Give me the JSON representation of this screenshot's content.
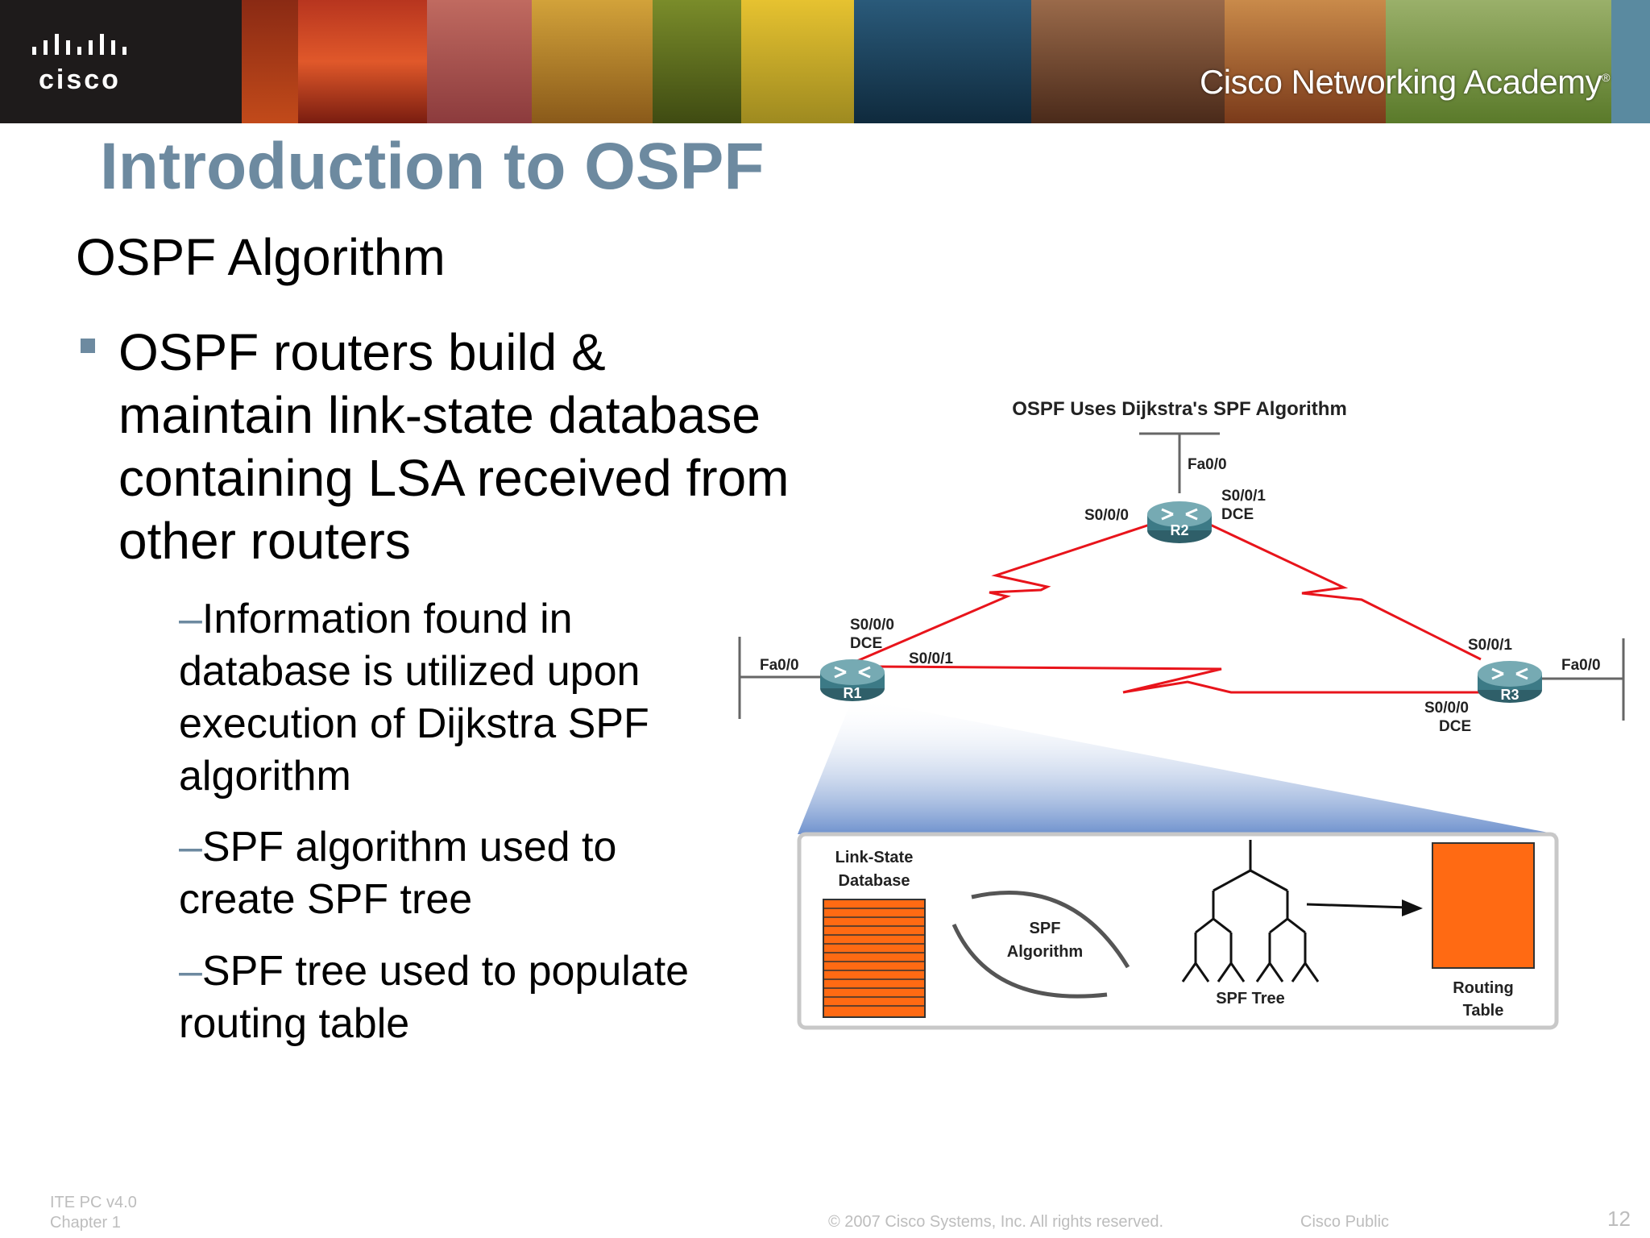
{
  "header": {
    "logo_text": "cisco",
    "academy_text": "Cisco Networking Academy",
    "registered_mark": "®"
  },
  "slide": {
    "title": "Introduction to OSPF",
    "subtitle": "OSPF Algorithm",
    "bullet": "OSPF routers build & maintain link-state database containing LSA received from other routers",
    "sub_bullets": [
      {
        "dash": "–",
        "text": "Information found in database is utilized upon execution of  Dijkstra SPF algorithm"
      },
      {
        "dash": "–",
        "text": "SPF algorithm used to create SPF tree"
      },
      {
        "dash": "–",
        "text": "SPF tree used to populate routing table"
      }
    ]
  },
  "diagram": {
    "title": "OSPF Uses Dijkstra's SPF Algorithm",
    "routers": [
      "R1",
      "R2",
      "R3"
    ],
    "labels": {
      "r2_fa": "Fa0/0",
      "r2_s000": "S0/0/0",
      "r2_s001": "S0/0/1",
      "r2_dce": "DCE",
      "r1_s000": "S0/0/0",
      "r1_dce": "DCE",
      "r1_fa": "Fa0/0",
      "r1_s001": "S0/0/1",
      "r3_s001": "S0/0/1",
      "r3_fa": "Fa0/0",
      "r3_s000": "S0/0/0",
      "r3_dce": "DCE"
    },
    "lsdb_line1": "Link-State",
    "lsdb_line2": "Database",
    "spf_line1": "SPF",
    "spf_line2": "Algorithm",
    "tree_label": "SPF Tree",
    "rt_line1": "Routing",
    "rt_line2": "Table",
    "link_color": "#e8141b",
    "router_color": "#3c7a86",
    "table_color": "#ff6a13"
  },
  "footer": {
    "course": "ITE PC v4.0",
    "chapter": "Chapter 1",
    "copyright": "© 2007 Cisco Systems, Inc. All rights reserved.",
    "classification": "Cisco Public",
    "page": "12"
  }
}
